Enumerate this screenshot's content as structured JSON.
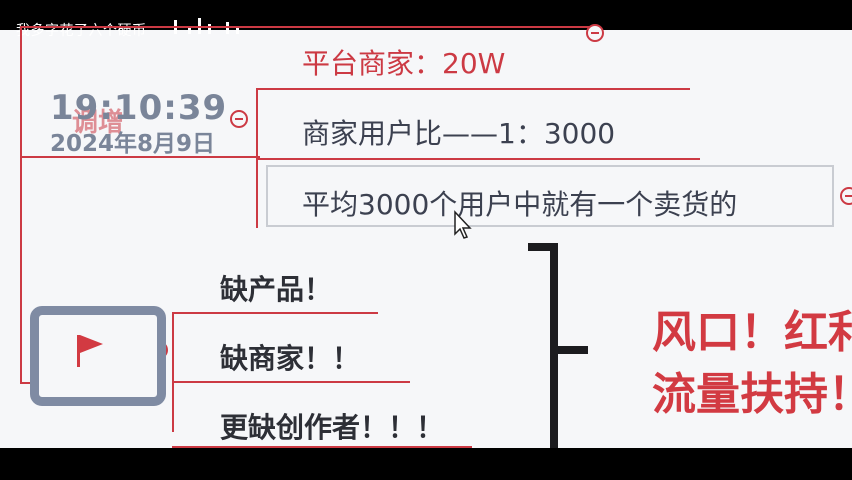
{
  "overlay": {
    "tip_text": "我多字花了六个硬币",
    "ghost_text": "调增"
  },
  "timestamp": {
    "time": "19:10:39",
    "date": "2024年8月9日"
  },
  "mindmap": {
    "top_node": "平台商家：20W",
    "ratio_node": "商家用户比——1：3000",
    "avg_node": "平均3000个用户中就有一个卖货的",
    "lack_nodes": [
      "缺产品！",
      "缺商家！！",
      "更缺创作者！！！"
    ]
  },
  "slogan": {
    "line1": "风口！红利",
    "line2": "流量扶持！"
  },
  "colors": {
    "accent_red": "#cc3a44",
    "node_text": "#3c4150",
    "timestamp_gray": "#7a8599",
    "flag_frame": "#7f8ba3"
  },
  "icons": {
    "flag": "flag-icon",
    "cursor": "text-cursor-icon",
    "collapse": "collapse-toggle-icon"
  }
}
